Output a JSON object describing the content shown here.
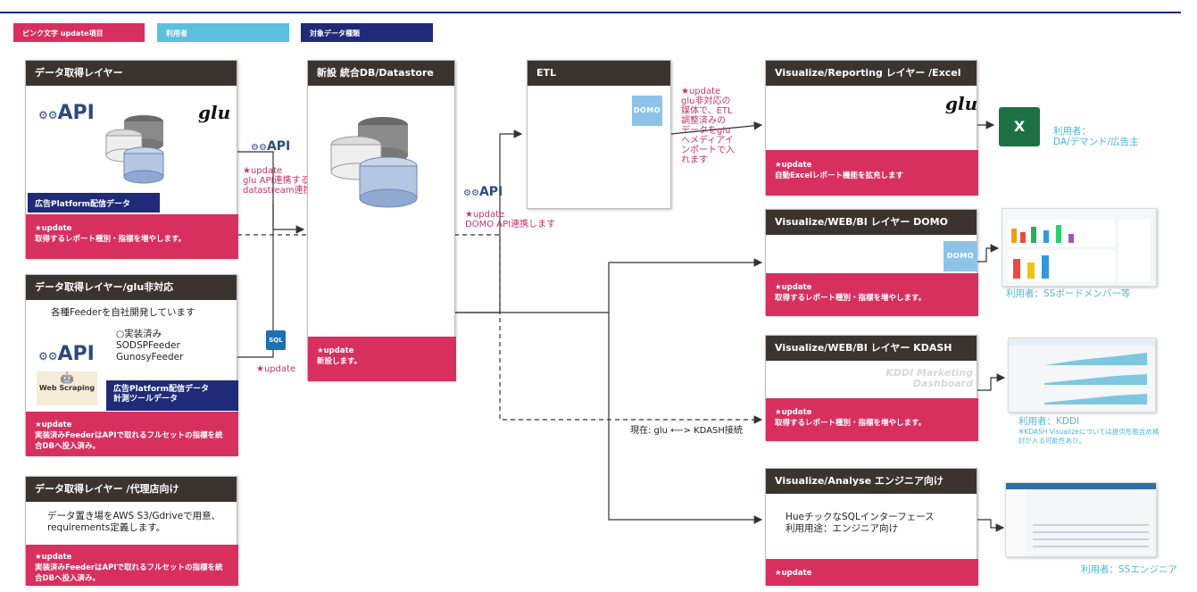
{
  "legend": {
    "pink_label": "ピンク文字 update項目",
    "user_label": "利用者",
    "type_label": "対象データ種類",
    "colors": {
      "pink": "#d7305f",
      "user": "#5bc0de",
      "navy": "#1f2a78",
      "header": "#3b3330"
    }
  },
  "layer1": {
    "title": "データ取得レイヤー",
    "api_logo": "API",
    "glu_logo": "glu",
    "data_type": "広告Platform配信データ",
    "update_star": "★update",
    "update_text": "取得するレポート種別・指標を増やします。"
  },
  "layer2": {
    "title": "データ取得レイヤー/glu非対応",
    "desc": "各種Feederを自社開発しています",
    "list": [
      "○実装済み",
      "SODSPFeeder",
      "GunosyFeeder"
    ],
    "api_logo": "API",
    "scraping_label": "Web Scraping",
    "data_type_1": "広告Platform配信データ",
    "data_type_2": "計測ツールデータ",
    "update_star": "★update",
    "update_text": "実装済みFeederはAPIで取れるフルセットの指標を統合DBへ投入済み。"
  },
  "layer3": {
    "title": "データ取得レイヤー /代理店向け",
    "desc": "データ置き場をAWS S3/Gdriveで用意、requirements定義します。",
    "update_star": "★update",
    "update_text": "実装済みFeederはAPIで取れるフルセットの指標を統合DBへ投入済み。"
  },
  "connector1": {
    "api_logo": "API",
    "text": "★update\nglu API連携するか、\ndatastream連携"
  },
  "connector_sql": {
    "icon": "SQL",
    "text": "★update"
  },
  "db": {
    "title": "新設 統合DB/Datastore",
    "update_star": "★update",
    "update_text": "新設します。"
  },
  "connector2": {
    "api_logo": "API",
    "text": "★update\nDOMO API連携します"
  },
  "etl": {
    "title": "ETL",
    "domo_logo": "DOMO"
  },
  "etl_note": "★update\nglu非対応の\n媒体で、ETL\n調整済みの\nデータをglu\nへメディアイ\nンポートで入\nれます",
  "viz1": {
    "title": "Visualize/Reporting レイヤー /Excel",
    "glu_logo": "glu",
    "update_star": "★update",
    "update_text": "自動Excelレポート機能を拡充します",
    "user": "利用者：\nDA/デマンド/広告主"
  },
  "viz2": {
    "title": "Visualize/WEB/BI レイヤー DOMO",
    "domo_logo": "DOMO",
    "update_star": "★update",
    "update_text": "取得するレポート種別・指標を増やします。",
    "user": "利用者：SSボードメンバー等"
  },
  "viz3": {
    "title": "Visualize/WEB/BI レイヤー KDASH",
    "kdash_logo": "KDDI Marketing Dashboard",
    "update_star": "★update",
    "update_text": "取得するレポート種別・指標を増やします。",
    "user": "利用者：KDDI",
    "note": "※KDASH Visualizeについては提供形態含め検討が入る可能性あり。"
  },
  "kdash_link": "現在: glu ⟵> KDASH接続",
  "viz4": {
    "title": "Visualize/Analyse エンジニア向け",
    "desc1": "HueチックなSQLインターフェース",
    "desc2": "利用用途：エンジニア向け",
    "update_star": "★update",
    "user": "利用者：SSエンジニア"
  },
  "icons": [
    "gear-icon",
    "database-icon",
    "excel-icon",
    "sql-icon",
    "robot-icon",
    "arrow-icon"
  ]
}
